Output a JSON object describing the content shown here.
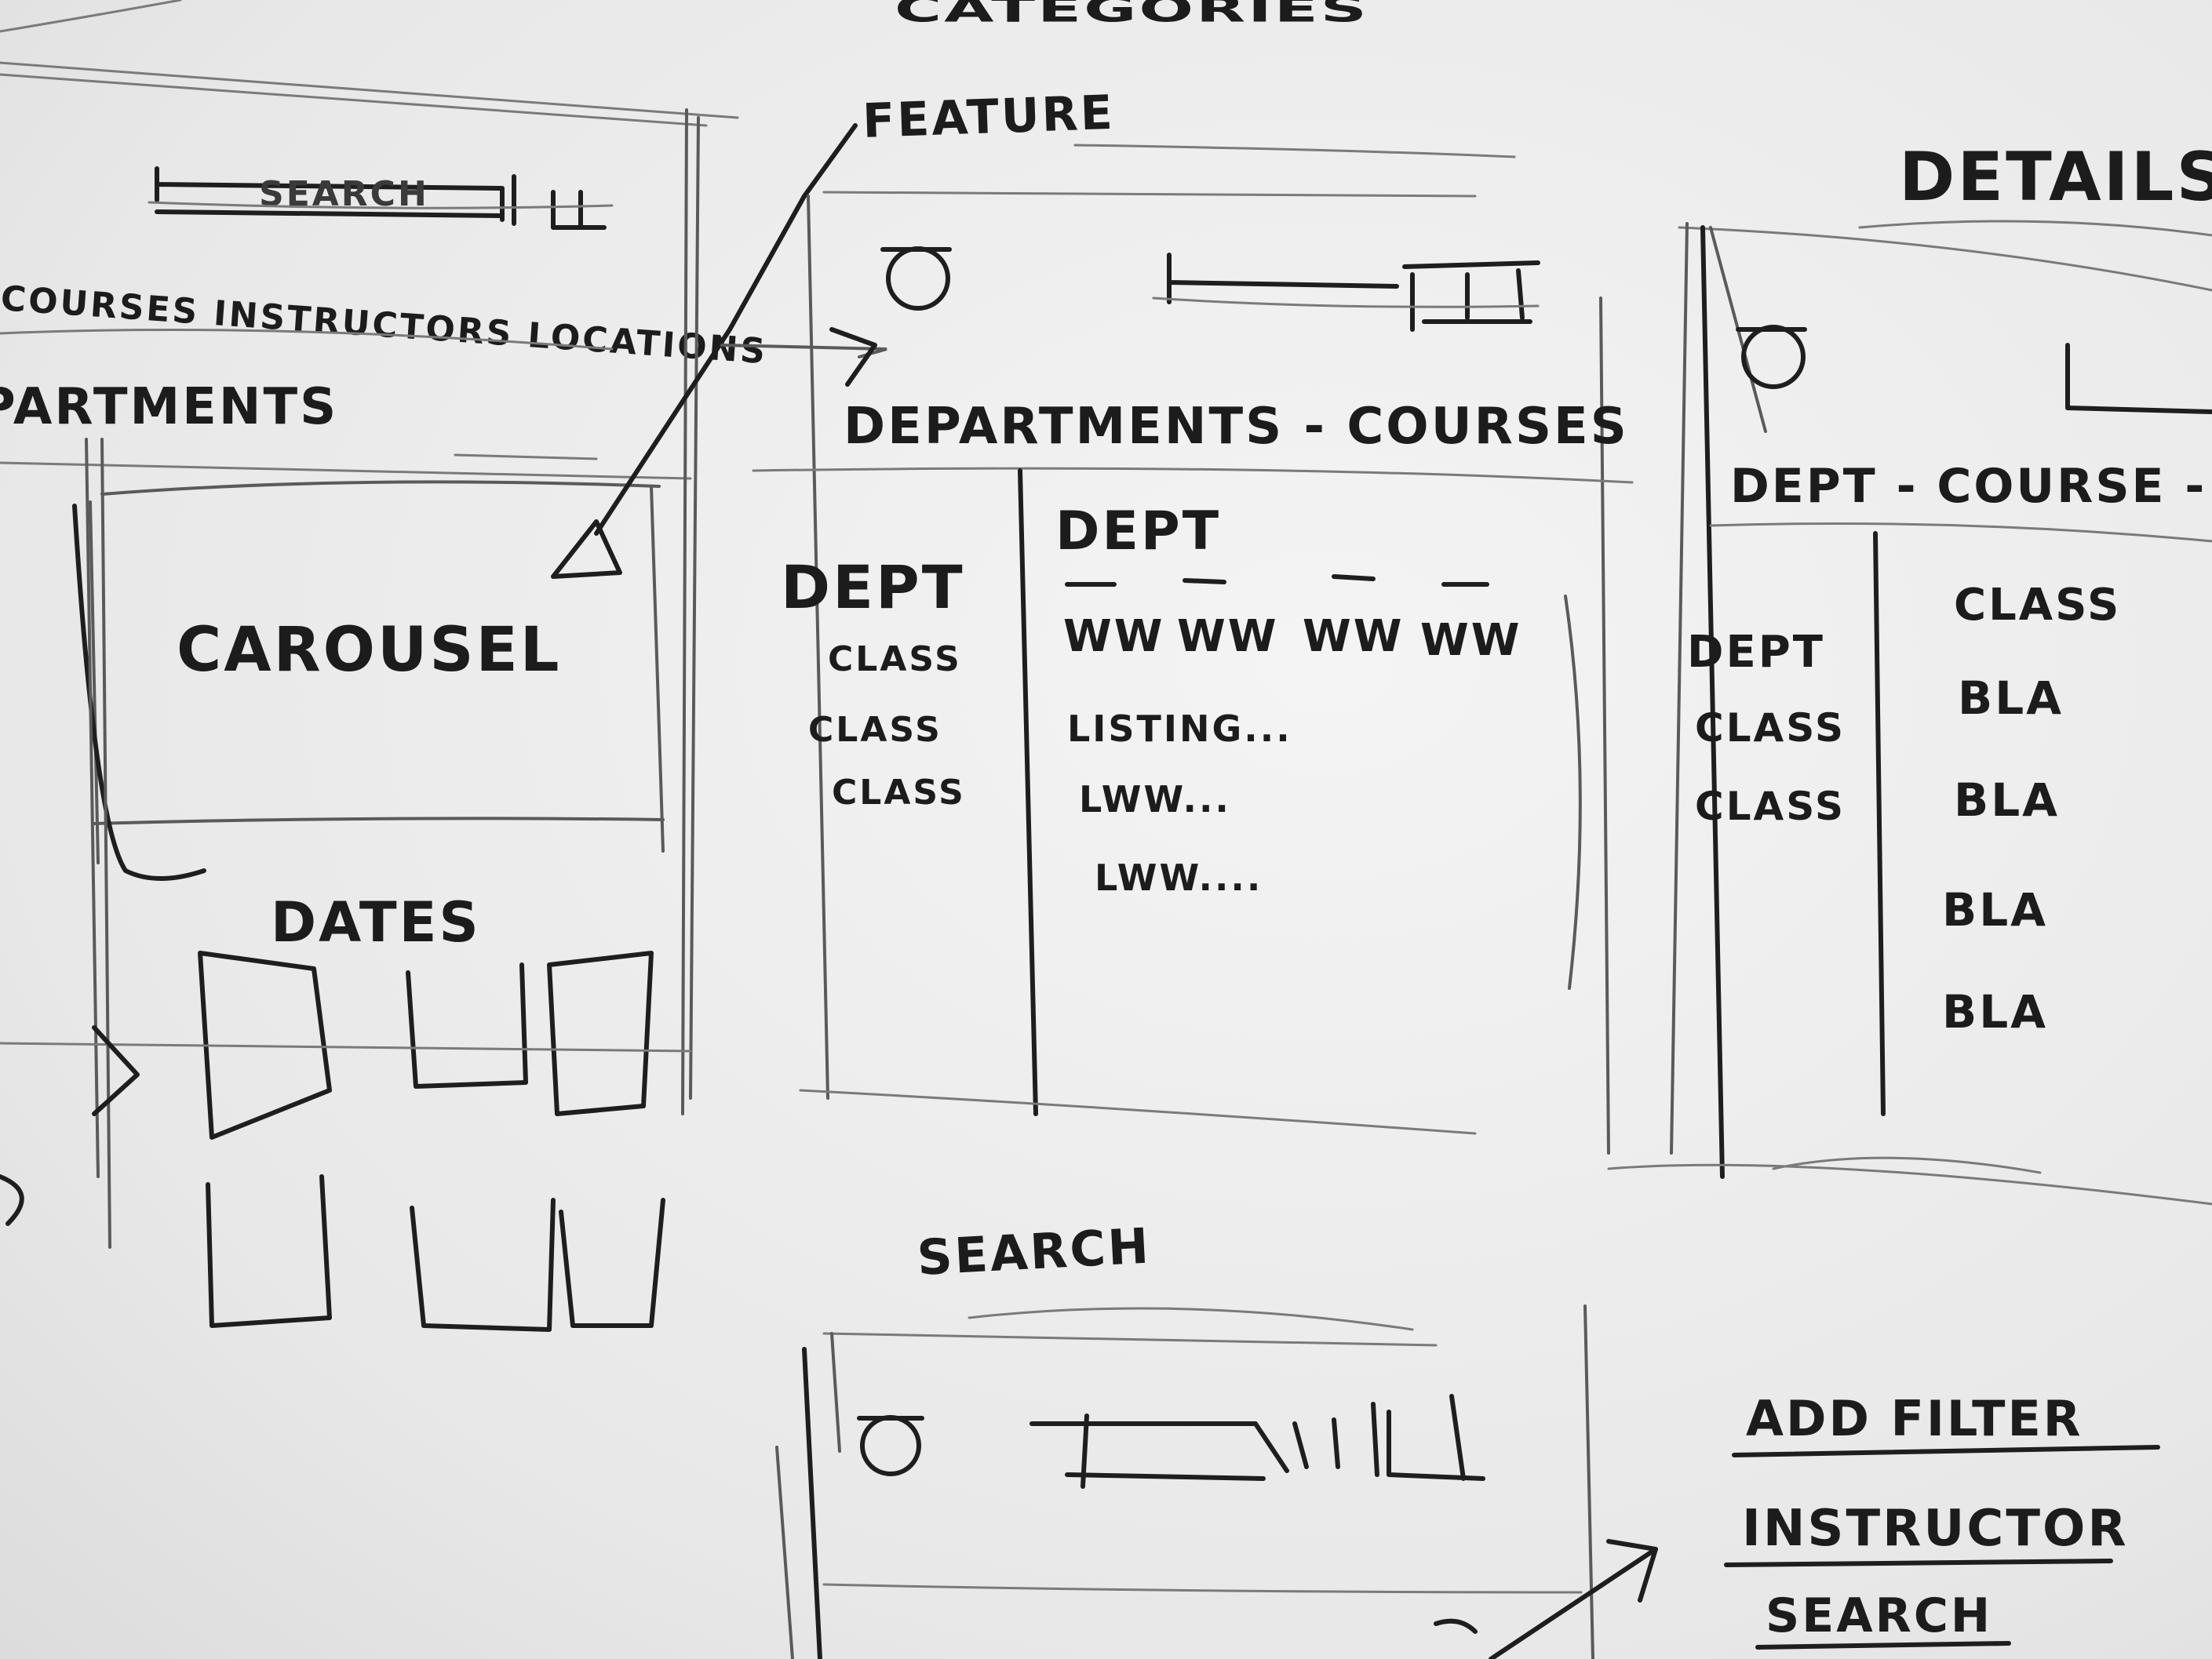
{
  "wireframe_1": {
    "header_partial": "CATEGORIES",
    "top_links": "COURSES INSTRUCTORS LOCATIONS",
    "left_heading_partial": "DEPARTMENTS",
    "carousel_label": "CAROUSEL",
    "dates_label": "DATES"
  },
  "wireframe_2": {
    "annotation": "FEATURE",
    "breadcrumb": "DEPARTMENTS - COURSES",
    "sidebar_heading": "DEPT",
    "sidebar_items": [
      "CLASS",
      "CLASS",
      "CLASS"
    ],
    "main_heading": "DEPT",
    "columns": [
      "WW",
      "WW",
      "WW",
      "WW"
    ],
    "rows": [
      "LISTING...",
      "LWW...",
      "LWW...."
    ]
  },
  "wireframe_3": {
    "title": "DETAILS",
    "breadcrumb": "DEPT - COURSE - DE",
    "sidebar_items": [
      "DEPT",
      "CLASS",
      "CLASS"
    ],
    "main_items": [
      "CLASS",
      "BLA",
      "BLA",
      "BLA",
      "BLA"
    ]
  },
  "wireframe_4": {
    "title": "SEARCH",
    "side_notes": [
      "ADD FILTER",
      "INSTRUCTOR",
      "SEARCH"
    ]
  }
}
